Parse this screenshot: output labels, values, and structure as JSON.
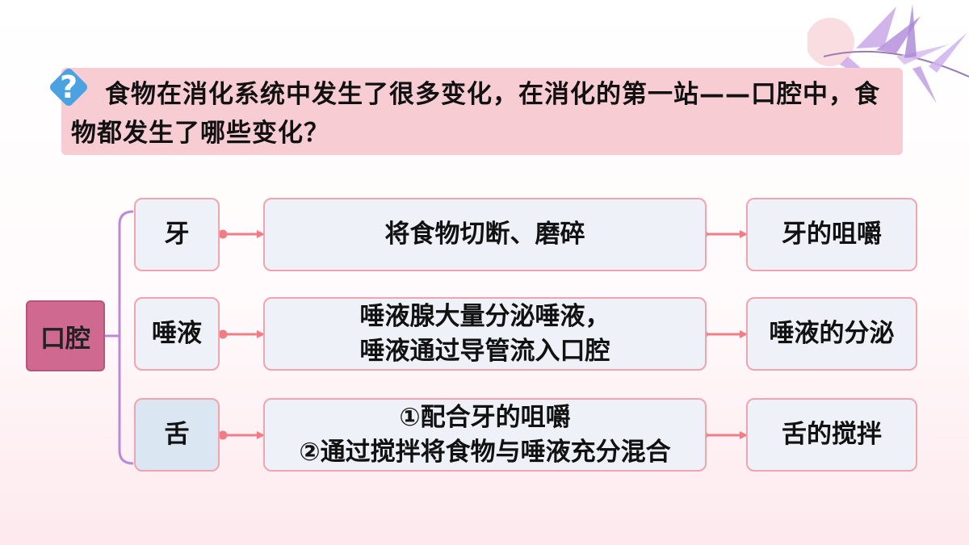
{
  "question": {
    "icon": "question-mark-icon",
    "text": "食物在消化系统中发生了很多变化，在消化的第一站——口腔中，食物都发生了哪些变化？"
  },
  "root": {
    "label": "口腔"
  },
  "rows": [
    {
      "organ": "牙",
      "description": "将食物切断、磨碎",
      "result": "牙的咀嚼"
    },
    {
      "organ": "唾液",
      "description": "唾液腺大量分泌唾液，\n唾液通过导管流入口腔",
      "result": "唾液的分泌"
    },
    {
      "organ": "舌",
      "description": "①配合牙的咀嚼\n②通过搅拌将食物与唾液充分混合",
      "result": "舌的搅拌"
    }
  ],
  "colors": {
    "accent_pink": "#f7ccd3",
    "root_pink": "#d0698f",
    "bracket_purple": "#b98ad8",
    "arrow_red": "#ef7d86",
    "icon_blue": "#4aa3e0"
  }
}
